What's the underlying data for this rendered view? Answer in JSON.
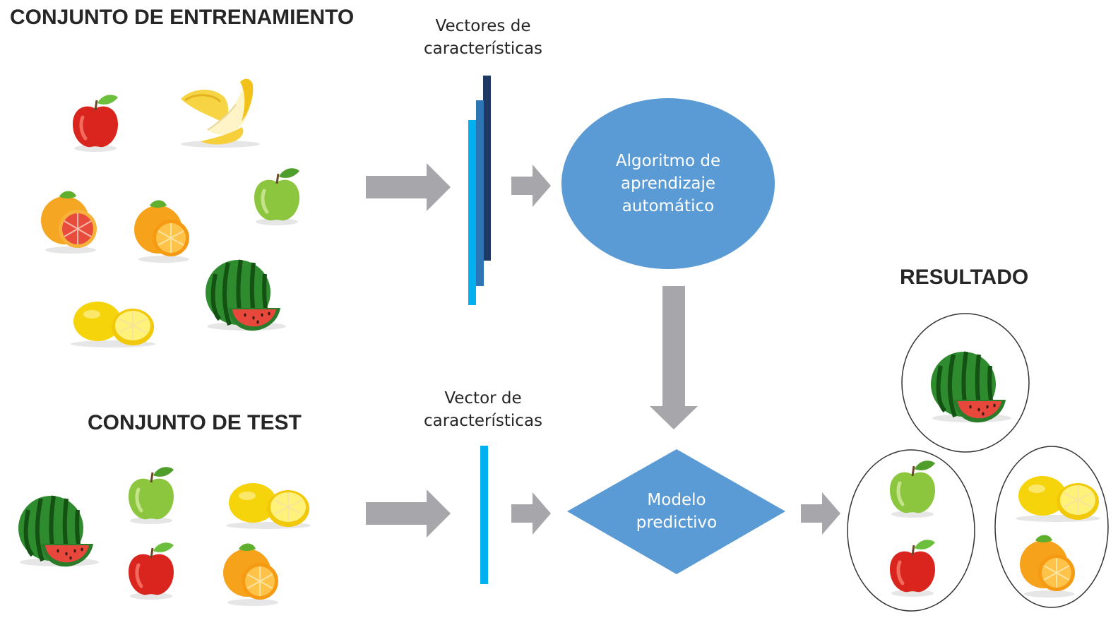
{
  "labels": {
    "training_set_title": "CONJUNTO DE ENTRENAMIENTO",
    "test_set_title": "CONJUNTO DE TEST",
    "result_title": "RESULTADO",
    "feature_vectors_line1": "Vectores de",
    "feature_vectors_line2": "características",
    "feature_vector_line1": "Vector de",
    "feature_vector_line2": "características",
    "algorithm_line1": "Algoritmo de",
    "algorithm_line2": "aprendizaje",
    "algorithm_line3": "automático",
    "model_line1": "Modelo",
    "model_line2": "predictivo"
  },
  "colors": {
    "node_fill": "#5b9bd5",
    "arrow_fill": "#a6a6ab",
    "vector_dark": "#1f3864",
    "vector_mid": "#2e75b6",
    "vector_light": "#00b0f0"
  },
  "training_set": [
    "red-apple",
    "banana",
    "grapefruit",
    "orange",
    "green-apple",
    "watermelon",
    "lemon"
  ],
  "test_set": [
    "watermelon",
    "green-apple",
    "lemon",
    "red-apple",
    "orange"
  ],
  "result_groups": [
    [
      "watermelon"
    ],
    [
      "green-apple",
      "red-apple"
    ],
    [
      "lemon",
      "orange"
    ]
  ]
}
